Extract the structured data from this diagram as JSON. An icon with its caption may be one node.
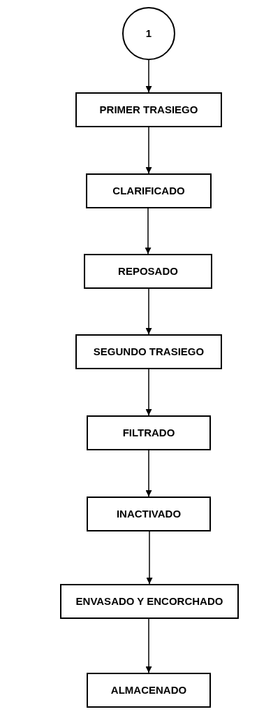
{
  "diagram": {
    "nodes": [
      {
        "text": [
          "1"
        ]
      },
      {
        "text": [
          "PRIMER TRASIEGO"
        ]
      },
      {
        "text": [
          "CLARIFICADO"
        ]
      },
      {
        "text": [
          "REPOSADO"
        ]
      },
      {
        "text": [
          "SEGUNDO TRASIEGO"
        ]
      },
      {
        "text": [
          "FILTRADO"
        ]
      },
      {
        "text": [
          "INACTIVADO"
        ]
      },
      {
        "text": [
          "ENVASADO Y ENCORCHADO"
        ]
      },
      {
        "text": [
          "ALMACENADO"
        ]
      }
    ],
    "edges": [
      {
        "from": 0,
        "to": 1,
        "arrow": "to"
      },
      {
        "from": 1,
        "to": 2,
        "arrow": "to"
      },
      {
        "from": 2,
        "to": 3,
        "arrow": "to"
      },
      {
        "from": 3,
        "to": 4,
        "arrow": "to"
      },
      {
        "from": 4,
        "to": 5,
        "arrow": "to"
      },
      {
        "from": 5,
        "to": 6,
        "arrow": "to"
      },
      {
        "from": 6,
        "to": 7,
        "arrow": "to"
      },
      {
        "from": 7,
        "to": 8,
        "arrow": "to"
      }
    ]
  }
}
